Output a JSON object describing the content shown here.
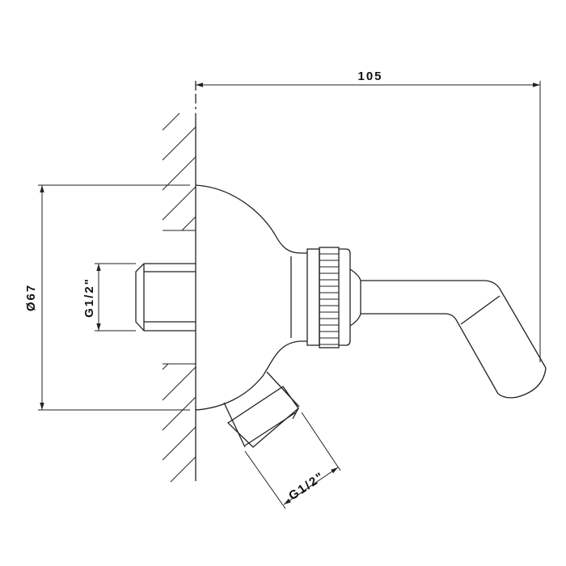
{
  "drawing": {
    "dimensions": {
      "overall_length": "105",
      "diameter": "Ø67",
      "inlet_thread": "G1/2\"",
      "outlet_thread": "G1/2\""
    },
    "line_color": "#222222"
  }
}
